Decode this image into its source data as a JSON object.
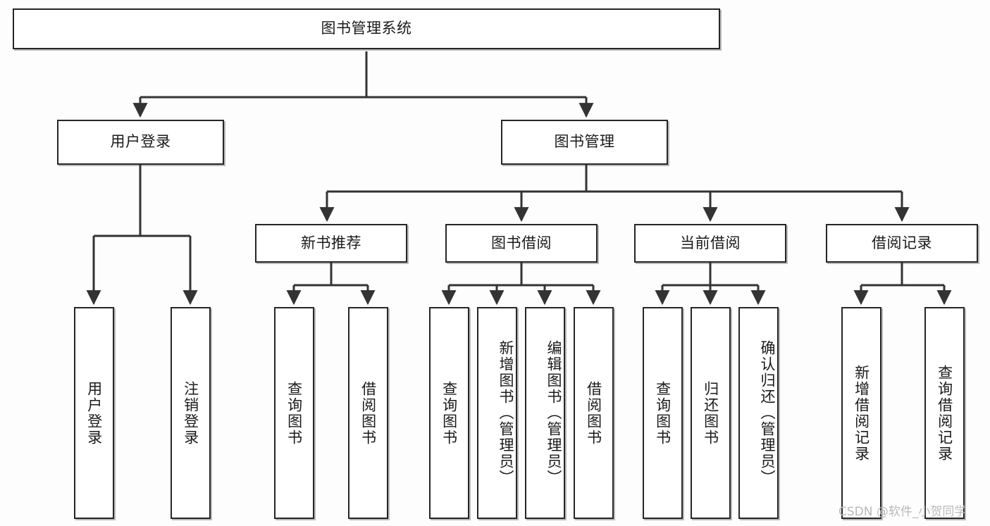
{
  "diagram": {
    "title": "图书管理系统",
    "type": "tree-hierarchy-diagram",
    "watermark": "CSDN @软件_小贺同学",
    "colors": {
      "background": "#fdfdfd",
      "node_fill": "#ffffff",
      "node_border": "#262626",
      "edge": "#333333",
      "text": "#1a1a1a",
      "watermark": "#b9b9b9"
    },
    "root": {
      "label": "图书管理系统"
    },
    "level2": [
      {
        "label": "用户登录"
      },
      {
        "label": "图书管理"
      }
    ],
    "level3": [
      {
        "label": "新书推荐"
      },
      {
        "label": "图书借阅"
      },
      {
        "label": "当前借阅"
      },
      {
        "label": "借阅记录"
      }
    ],
    "leaves": {
      "user_login": [
        {
          "label": "用户登录"
        },
        {
          "label": "注销登录"
        }
      ],
      "new_book_recommend": [
        {
          "label": "查询图书"
        },
        {
          "label": "借阅图书"
        }
      ],
      "book_borrow": [
        {
          "label": "查询图书"
        },
        {
          "label": "新增图书（管理员）"
        },
        {
          "label": "编辑图书（管理员）"
        },
        {
          "label": "借阅图书"
        }
      ],
      "current_borrow": [
        {
          "label": "查询图书"
        },
        {
          "label": "归还图书"
        },
        {
          "label": "确认归还（管理员）"
        }
      ],
      "borrow_record": [
        {
          "label": "新增借阅记录"
        },
        {
          "label": "查询借阅记录"
        }
      ]
    }
  }
}
